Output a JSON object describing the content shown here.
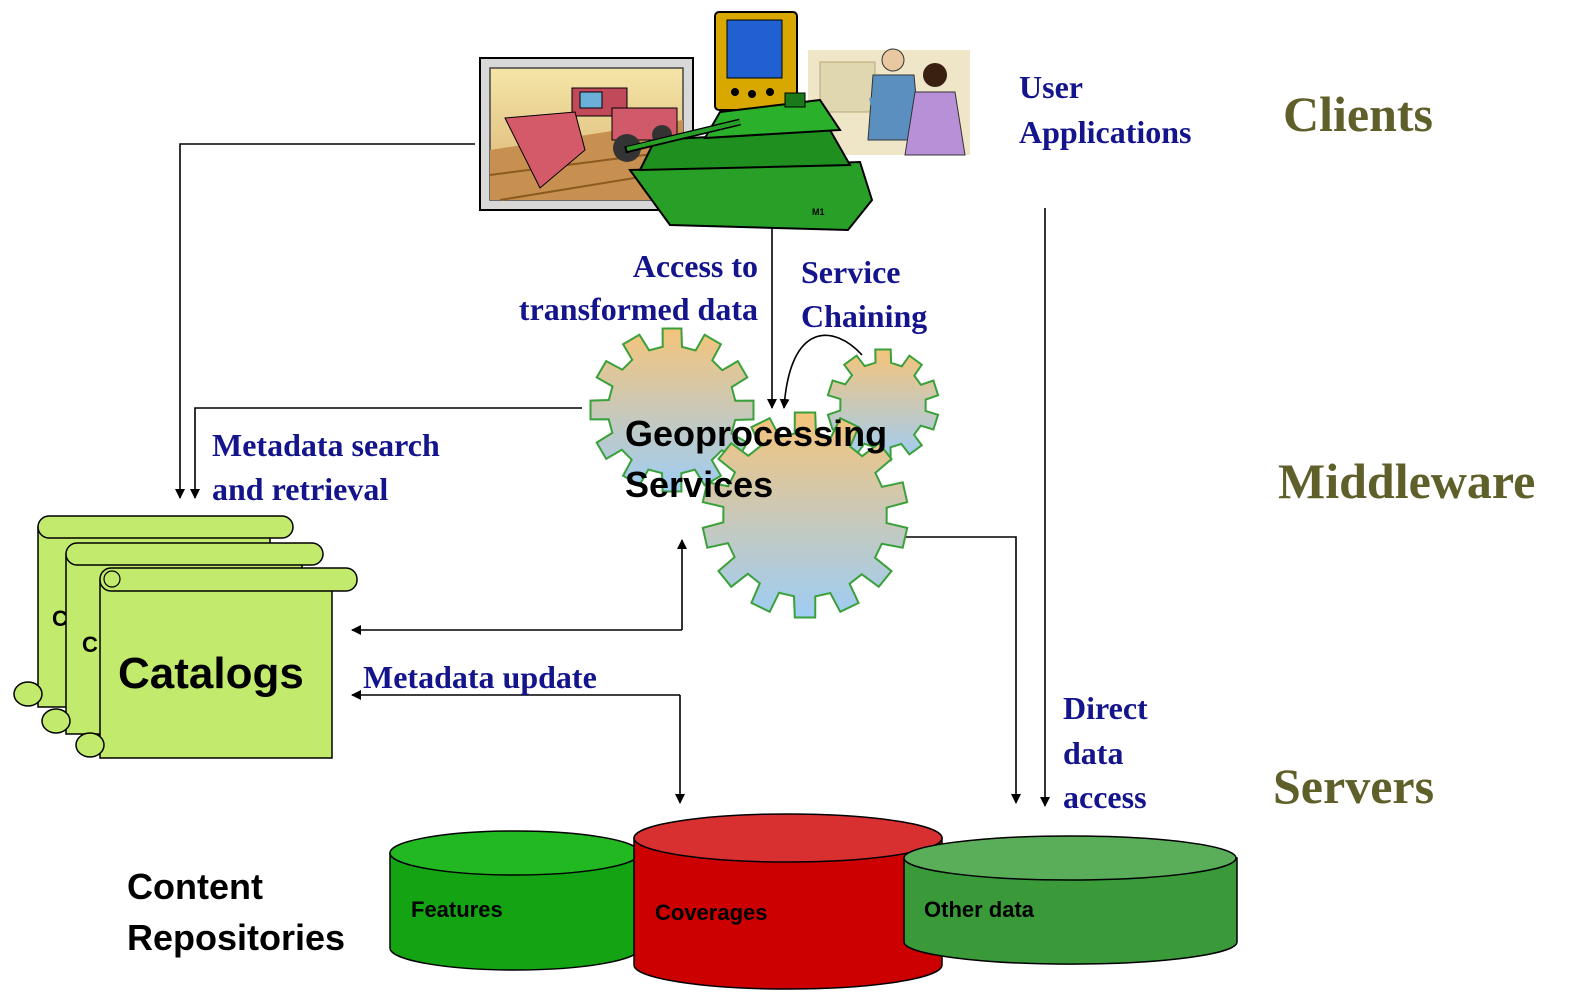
{
  "tiers": {
    "clients": "Clients",
    "middleware": "Middleware",
    "servers": "Servers"
  },
  "labels": {
    "user_applications": [
      "User",
      "Applications"
    ],
    "access_transformed": [
      "Access to",
      "transformed data"
    ],
    "service_chaining": [
      "Service",
      "Chaining"
    ],
    "metadata_search": [
      "Metadata search",
      "and retrieval"
    ],
    "geoprocessing": [
      "Geoprocessing",
      "Services"
    ],
    "catalogs": "Catalogs",
    "catalog_back_letter": "C",
    "metadata_update": "Metadata update",
    "direct_access": [
      "Direct",
      "data",
      "access"
    ],
    "content_repositories": [
      "Content",
      "Repositories"
    ],
    "tank_marking": "M1"
  },
  "repositories": [
    {
      "name": "Features",
      "color": "#13a313"
    },
    {
      "name": "Coverages",
      "color": "#cc0000"
    },
    {
      "name": "Other data",
      "color": "#3a9a3a"
    }
  ],
  "colors": {
    "navy_text": "#14148c",
    "tier_text": "#5f5f2a",
    "catalog_fill": "#c2ea6c",
    "gear_top": "#f5c47a",
    "gear_bottom": "#9ecdf5"
  },
  "icons": [
    "monitor-combine-icon",
    "pda-icon",
    "meeting-people-icon",
    "tank-icon",
    "gear-icon",
    "scroll-icon",
    "cylinder-icon"
  ]
}
